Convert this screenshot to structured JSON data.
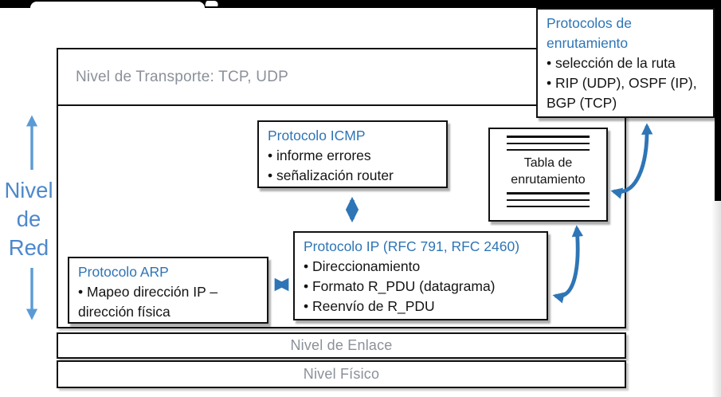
{
  "labels": {
    "transport": "Nivel de Transporte: TCP, UDP",
    "link": "Nivel de Enlace",
    "physical": "Nivel Físico",
    "network_lines": [
      "Nivel",
      "de",
      "Red"
    ]
  },
  "boxes": {
    "icmp": {
      "title": "Protocolo ICMP",
      "bullets": [
        "• informe errores",
        "• señalización router"
      ]
    },
    "routing_protocols": {
      "title_lines": [
        "Protocolos de",
        "enrutamiento"
      ],
      "bullets": [
        "• selección de la ruta",
        "• RIP (UDP), OSPF (IP),",
        "BGP (TCP)"
      ]
    },
    "routing_table": {
      "text_lines": [
        "Tabla de",
        "enrutamiento"
      ]
    },
    "ip": {
      "title": "Protocolo IP (RFC 791, RFC 2460)",
      "bullets": [
        "• Direccionamiento",
        "• Formato R_PDU (datagrama)",
        "• Reenvío de R_PDU"
      ]
    },
    "arp": {
      "title": "Protocolo ARP",
      "bullets": [
        "• Mapeo dirección IP –",
        "dirección física"
      ]
    }
  },
  "colors": {
    "box_title_blue": "#2E75B6",
    "network_label_blue": "#4D88CC",
    "thick_arrow_blue": "#2E75B6",
    "thin_arrow_blue": "#5B9BD5",
    "gray_text": "#8B9099",
    "border_black": "#111111"
  }
}
